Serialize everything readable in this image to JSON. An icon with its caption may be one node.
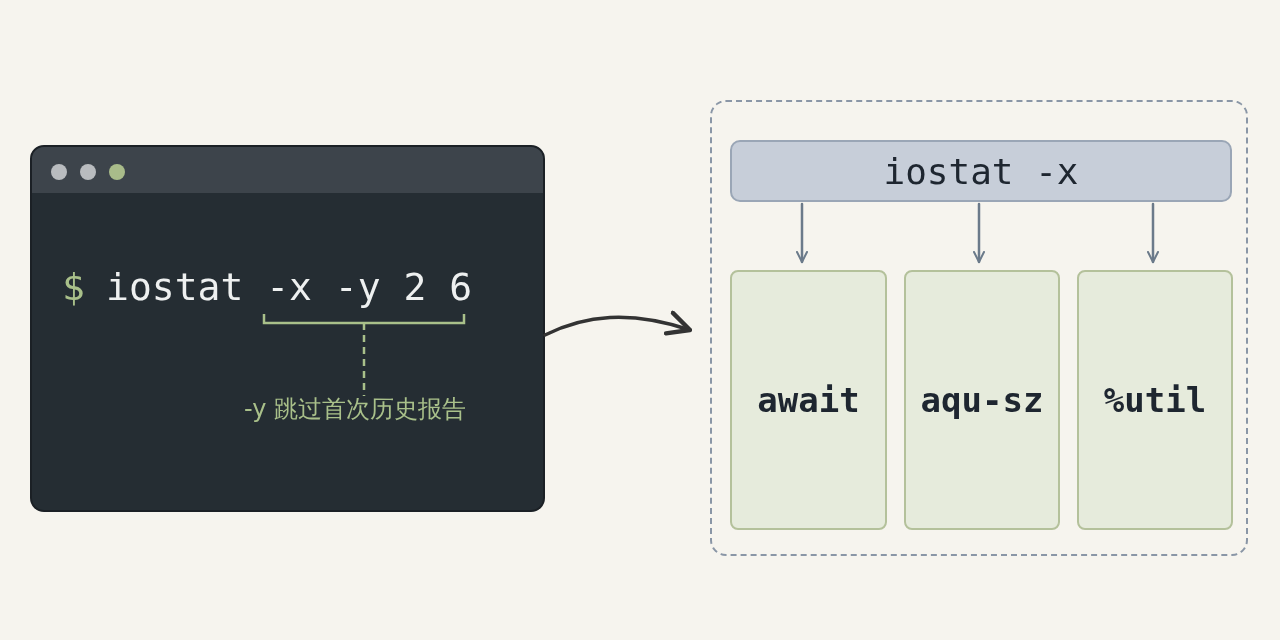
{
  "diagram": {
    "nodes": [
      {
        "text": [
          "$",
          "iostat -x -y 2 6",
          "-y 跳过首次历史报告"
        ]
      },
      {
        "text": [],
        "shape": "box"
      },
      {
        "text": [
          "iostat -x"
        ],
        "in": 1
      },
      {
        "text": [
          "await"
        ],
        "in": 1
      },
      {
        "text": [
          "aqu-sz"
        ],
        "in": 1
      },
      {
        "text": [
          "%util"
        ],
        "in": 1
      }
    ],
    "edges": [
      {
        "from": 0,
        "to": 1,
        "arrow": "to"
      },
      {
        "from": 2,
        "to": 3,
        "arrow": "to"
      },
      {
        "from": 2,
        "to": 4,
        "arrow": "to"
      },
      {
        "from": 2,
        "to": 5,
        "arrow": "to"
      }
    ]
  }
}
